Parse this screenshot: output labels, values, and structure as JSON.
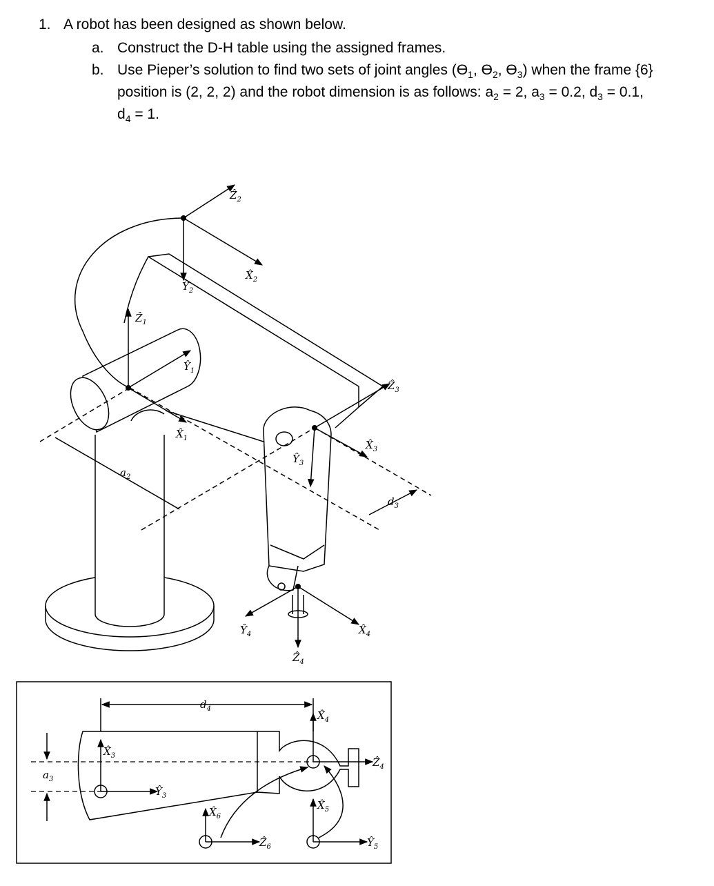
{
  "question": {
    "number": "1.",
    "text": "A robot has been designed as shown below.",
    "part_a": {
      "label": "a.",
      "text": "Construct the D-H table using the assigned frames."
    },
    "part_b": {
      "label": "b.",
      "line1_pre": "Use Pieper’s solution to find two sets of joint angles (ϴ",
      "line1_mid1": ", ϴ",
      "line1_mid2": ", ϴ",
      "line1_post": ") when the frame {6}",
      "line2_pre": "position is (2, 2, 2) and the robot dimension is as follows: a",
      "line2_a2": " = 2, a",
      "line2_a3": " = 0.2,  d",
      "line2_d3": " = 0.1,",
      "line3_pre": "d",
      "line3_post": " = 1.",
      "sub1": "1",
      "sub2": "2",
      "sub3": "3",
      "sub4": "4"
    }
  },
  "figure": {
    "top_labels": {
      "Z2": "Ẑ",
      "Z2_sub": "2",
      "X2": "X̂",
      "X2_sub": "2",
      "Y2": "Ŷ",
      "Y2_sub": "2",
      "Z1": "Ẑ",
      "Z1_sub": "1",
      "Y1": "Ŷ",
      "Y1_sub": "1",
      "X1": "X̂",
      "X1_sub": "1",
      "a2": "a",
      "a2_sub": "2",
      "Z3": "Ẑ",
      "Z3_sub": "3",
      "X3": "X̂",
      "X3_sub": "3",
      "Y3": "Ŷ",
      "Y3_sub": "3",
      "d3": "d",
      "d3_sub": "3",
      "Y4": "Ŷ",
      "Y4_sub": "4",
      "Z4": "Ẑ",
      "Z4_sub": "4",
      "X4": "X̂",
      "X4_sub": "4"
    },
    "bottom_labels": {
      "d4": "d",
      "d4_sub": "4",
      "X4": "X̂",
      "X4_sub": "4",
      "X3": "X̂",
      "X3_sub": "3",
      "Z4": "Ẑ",
      "Z4_sub": "4",
      "a3": "a",
      "a3_sub": "3",
      "Y3": "Ŷ",
      "Y3_sub": "3",
      "X5": "X̂",
      "X5_sub": "5",
      "X6": "X̂",
      "X6_sub": "6",
      "Z6": "Ẑ",
      "Z6_sub": "6",
      "Y5": "Ŷ",
      "Y5_sub": "5"
    }
  }
}
